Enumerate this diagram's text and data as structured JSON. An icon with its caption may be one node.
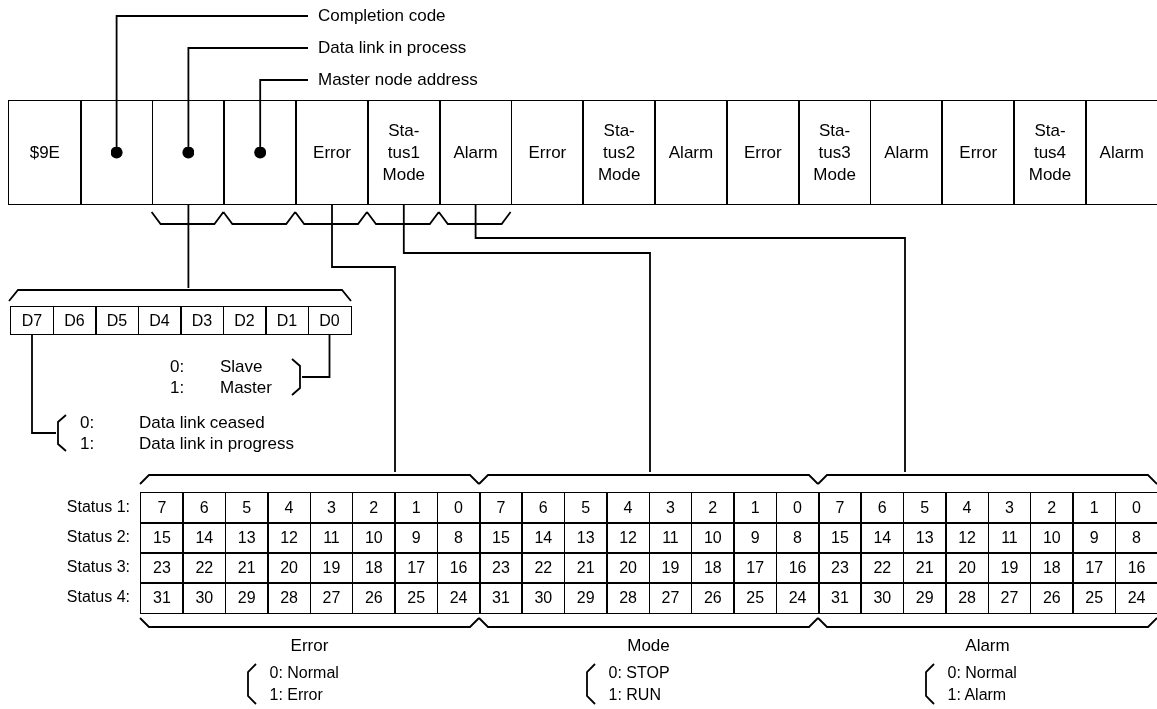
{
  "diagram": {
    "nodes": [
      {
        "text": [
          "Completion code"
        ]
      },
      {
        "text": [
          "Data link in process"
        ]
      },
      {
        "text": [
          "Master node address"
        ]
      },
      {
        "text": [
          "$9E"
        ]
      },
      {
        "text": [],
        "shape": "box"
      },
      {
        "text": [],
        "shape": "box"
      },
      {
        "text": [],
        "shape": "box"
      },
      {
        "text": [
          "Error"
        ]
      },
      {
        "text": [
          "Sta- tus1 Mode"
        ]
      },
      {
        "text": [
          "Alarm"
        ]
      },
      {
        "text": [
          "Error"
        ]
      },
      {
        "text": [
          "Sta- tus2 Mode"
        ]
      },
      {
        "text": [
          "Alarm"
        ]
      },
      {
        "text": [
          "Error"
        ]
      },
      {
        "text": [
          "Sta- tus3 Mode"
        ]
      },
      {
        "text": [
          "Alarm"
        ]
      },
      {
        "text": [
          "Error"
        ]
      },
      {
        "text": [
          "Sta- tus4 Mode"
        ]
      },
      {
        "text": [
          "Alarm"
        ]
      },
      {
        "text": [],
        "shape": "box"
      },
      {
        "text": [
          "D7"
        ],
        "in": 19
      },
      {
        "text": [
          "D6"
        ],
        "in": 19
      },
      {
        "text": [
          "D5"
        ],
        "in": 19
      },
      {
        "text": [
          "D4"
        ],
        "in": 19
      },
      {
        "text": [
          "D3"
        ],
        "in": 19
      },
      {
        "text": [
          "D2"
        ],
        "in": 19
      },
      {
        "text": [
          "D1"
        ],
        "in": 19
      },
      {
        "text": [
          "D0"
        ],
        "in": 19
      },
      {
        "text": [
          "0:",
          "Slave",
          "1:",
          "Master"
        ]
      },
      {
        "text": [
          "0:",
          "Data link ceased",
          "1:",
          "Data link in progress"
        ]
      },
      {
        "text": [],
        "shape": "box",
        "beside": [
          "Error",
          "0: Normal",
          "1: Error"
        ]
      },
      {
        "text": [],
        "shape": "box",
        "beside": [
          "Mode",
          "0: STOP",
          "1: RUN"
        ]
      },
      {
        "text": [],
        "shape": "box",
        "beside": [
          "Alarm",
          "0: Normal",
          "1: Alarm"
        ]
      }
    ],
    "edges": [
      {
        "from": 0,
        "to": 4,
        "arrow": "other"
      },
      {
        "from": 1,
        "to": 5,
        "arrow": "other"
      },
      {
        "from": 2,
        "to": 6,
        "arrow": "other"
      },
      {
        "from": 5,
        "to": 19,
        "arrow": "none"
      },
      {
        "from": 27,
        "to": 28,
        "arrow": "none"
      },
      {
        "from": 20,
        "to": 29,
        "arrow": "none"
      },
      {
        "from": 7,
        "to": 30,
        "arrow": "none"
      },
      {
        "from": 8,
        "to": 31,
        "arrow": "none"
      },
      {
        "from": 9,
        "to": 32,
        "arrow": "none"
      }
    ],
    "labels": [
      "Status 1:",
      "7",
      "6",
      "5",
      "4",
      "3",
      "2",
      "1",
      "0",
      "7",
      "6",
      "5",
      "4",
      "3",
      "2",
      "1",
      "0",
      "7",
      "6",
      "5",
      "4",
      "3",
      "2",
      "1",
      "0",
      "Status 2:",
      "15",
      "14",
      "13",
      "12",
      "11",
      "10",
      "9",
      "8",
      "15",
      "14",
      "13",
      "12",
      "11",
      "10",
      "9",
      "8",
      "15",
      "14",
      "13",
      "12",
      "11",
      "10",
      "9",
      "8",
      "Status 3:",
      "23",
      "22",
      "21",
      "20",
      "19",
      "18",
      "17",
      "16",
      "23",
      "22",
      "21",
      "20",
      "19",
      "18",
      "17",
      "16",
      "23",
      "22",
      "21",
      "20",
      "19",
      "18",
      "17",
      "16",
      "Status 4:",
      "31",
      "30",
      "29",
      "28",
      "27",
      "26",
      "25",
      "24",
      "31",
      "30",
      "29",
      "28",
      "27",
      "26",
      "25",
      "24",
      "31",
      "30",
      "29",
      "28",
      "27",
      "26",
      "25",
      "24"
    ]
  }
}
